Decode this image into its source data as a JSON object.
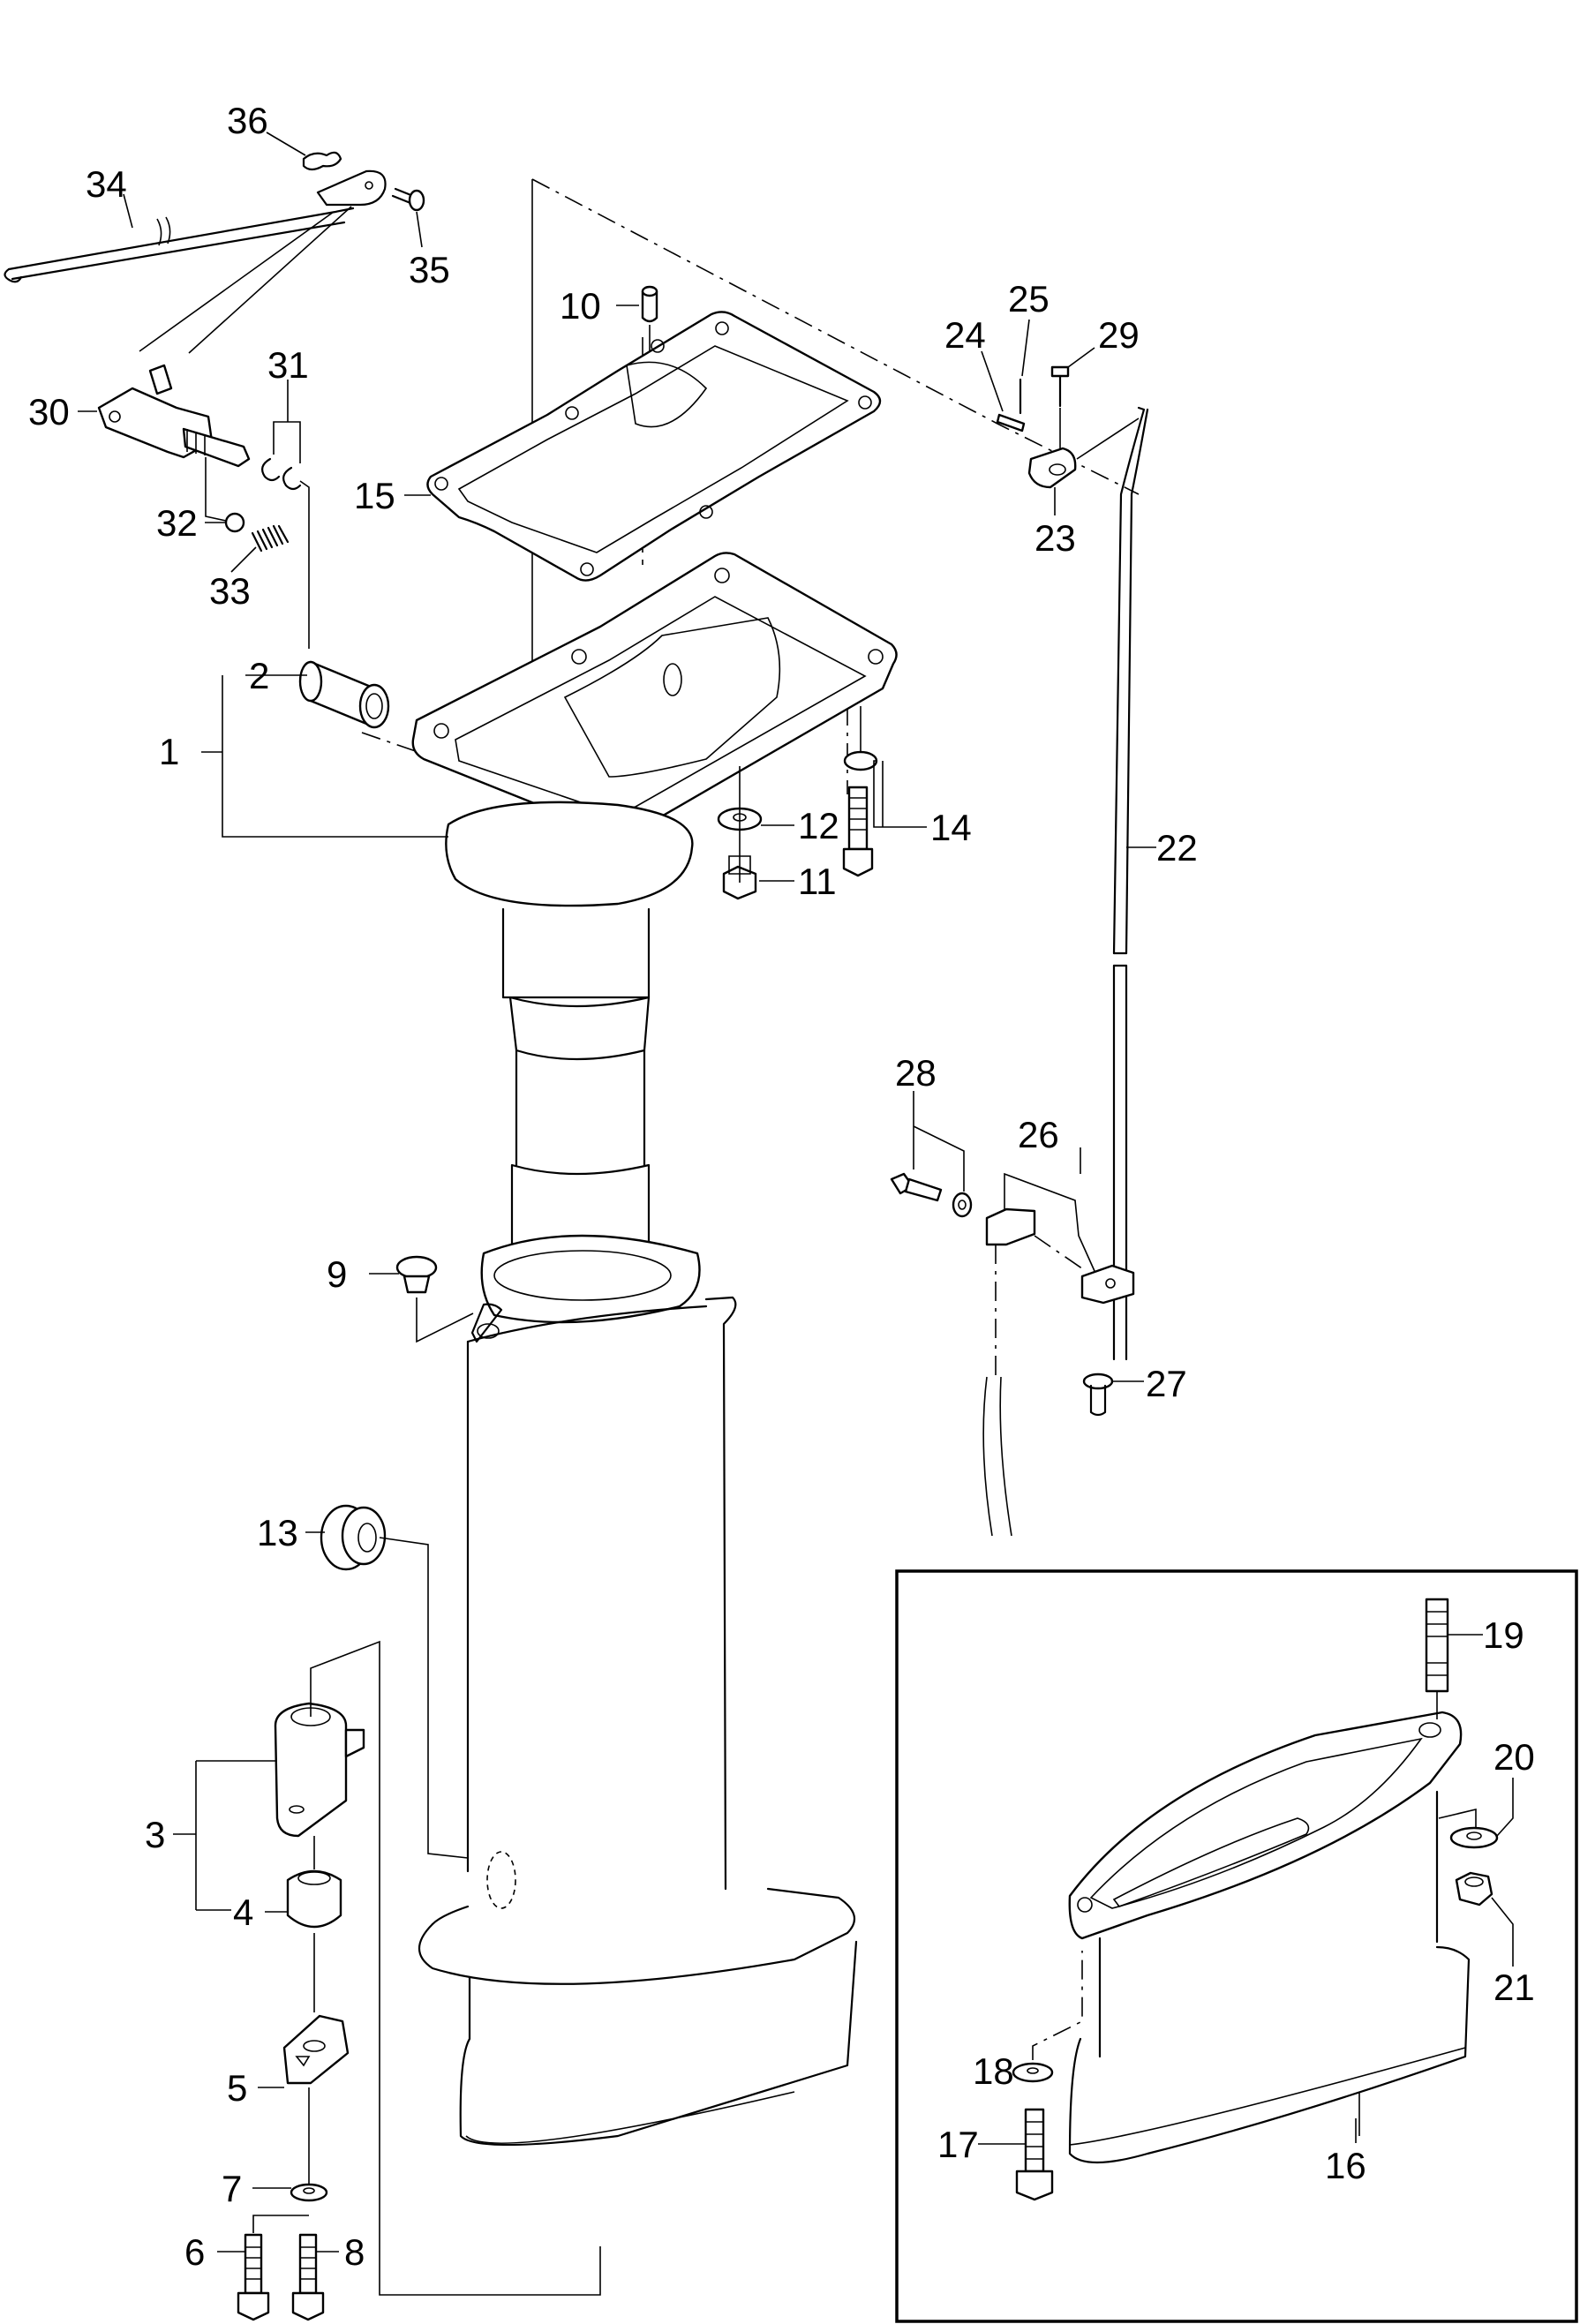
{
  "diagram": {
    "title": "Drive shaft housing exploded parts diagram",
    "inset_label": "detail inset",
    "callouts": {
      "p1": "1",
      "p2": "2",
      "p3": "3",
      "p4": "4",
      "p5": "5",
      "p6": "6",
      "p7": "7",
      "p8": "8",
      "p9": "9",
      "p10": "10",
      "p11": "11",
      "p12": "12",
      "p13": "13",
      "p14": "14",
      "p15": "15",
      "p16": "16",
      "p17": "17",
      "p18": "18",
      "p19": "19",
      "p20": "20",
      "p21": "21",
      "p22": "22",
      "p23": "23",
      "p24": "24",
      "p25": "25",
      "p26": "26",
      "p27": "27",
      "p28": "28",
      "p29": "29",
      "p30": "30",
      "p31": "31",
      "p32": "32",
      "p33": "33",
      "p34": "34",
      "p35": "35",
      "p36": "36"
    }
  }
}
